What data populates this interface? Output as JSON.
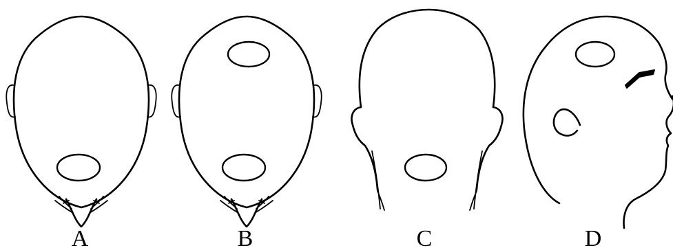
{
  "labels": {
    "a": "A",
    "b": "B",
    "c": "C",
    "d": "D"
  }
}
